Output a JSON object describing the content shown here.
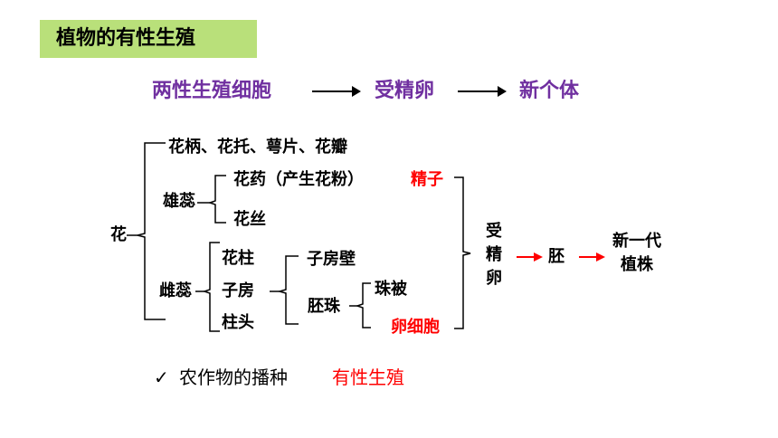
{
  "title": "植物的有性生殖",
  "flow": {
    "step1": "两性生殖细胞",
    "step2": "受精卵",
    "step3": "新个体"
  },
  "diagram": {
    "root": "花",
    "row1": "花柄、花托、萼片、花瓣",
    "stamen": "雄蕊",
    "anther": "花药（产生花粉）",
    "filament": "花丝",
    "sperm": "精子",
    "pistil": "雌蕊",
    "style": "花柱",
    "ovary": "子房",
    "stigma": "柱头",
    "ovary_wall": "子房壁",
    "ovule": "胚珠",
    "integument": "珠被",
    "egg": "卵细胞",
    "zygote": [
      "受",
      "精",
      "卵"
    ],
    "embryo": "胚",
    "new_gen_1": "新一代",
    "new_gen_2": "植株"
  },
  "note": {
    "check": "✓",
    "text": "农作物的播种",
    "highlight": "有性生殖"
  },
  "colors": {
    "title_bg": "#b9e07a",
    "flow_text": "#7030a0",
    "highlight": "#ff0000"
  }
}
